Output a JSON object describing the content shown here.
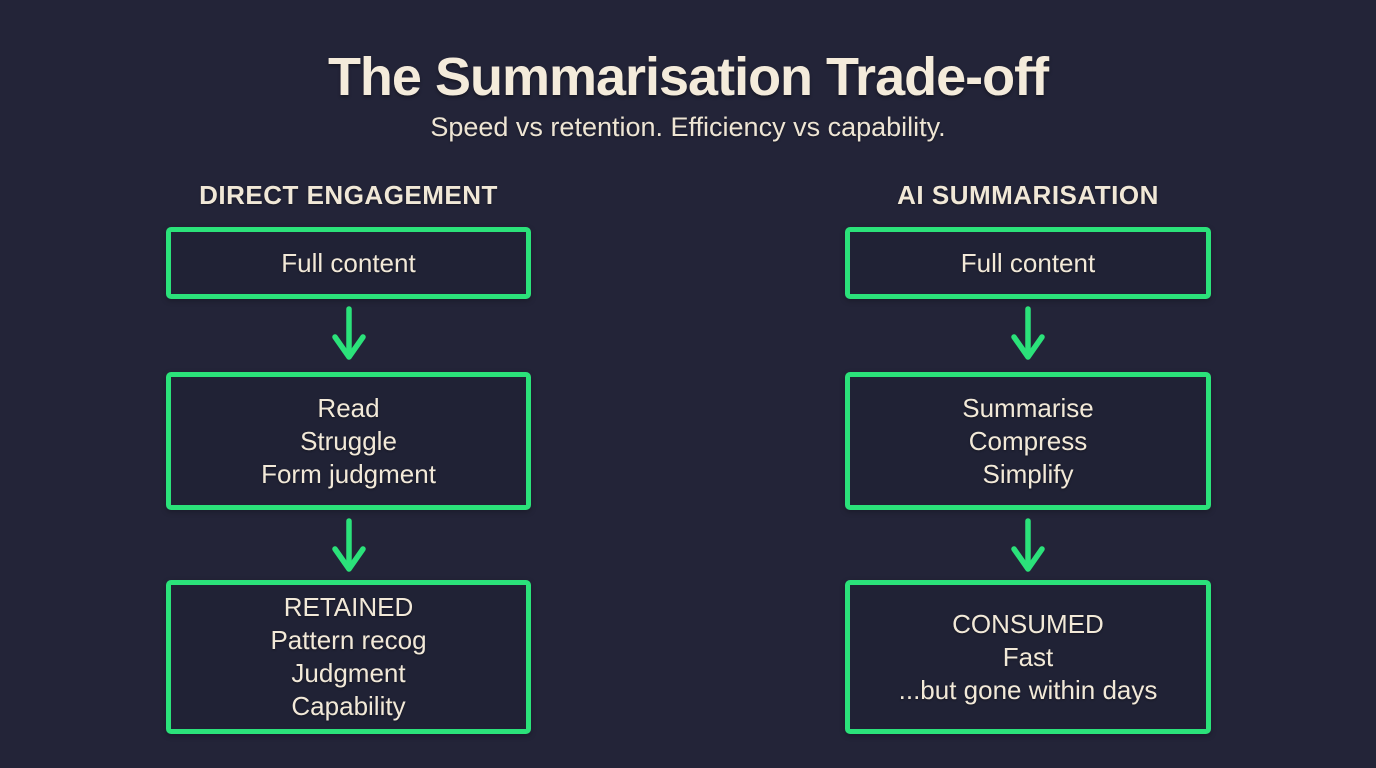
{
  "title": "The Summarisation Trade-off",
  "subtitle": "Speed vs retention. Efficiency vs capability.",
  "colors": {
    "background": "#232438",
    "box_background": "#202235",
    "accent_green": "#2be27a",
    "text_cream": "#f2e9d8"
  },
  "columns": [
    {
      "header": "DIRECT ENGAGEMENT",
      "boxes": [
        {
          "lines": [
            "Full content"
          ]
        },
        {
          "lines": [
            "Read",
            "Struggle",
            "Form judgment"
          ]
        },
        {
          "lines": [
            "RETAINED",
            "Pattern recog",
            "Judgment",
            "Capability"
          ]
        }
      ]
    },
    {
      "header": "AI SUMMARISATION",
      "boxes": [
        {
          "lines": [
            "Full content"
          ]
        },
        {
          "lines": [
            "Summarise",
            "Compress",
            "Simplify"
          ]
        },
        {
          "lines": [
            "CONSUMED",
            "Fast",
            "...but gone within days"
          ]
        }
      ]
    }
  ]
}
